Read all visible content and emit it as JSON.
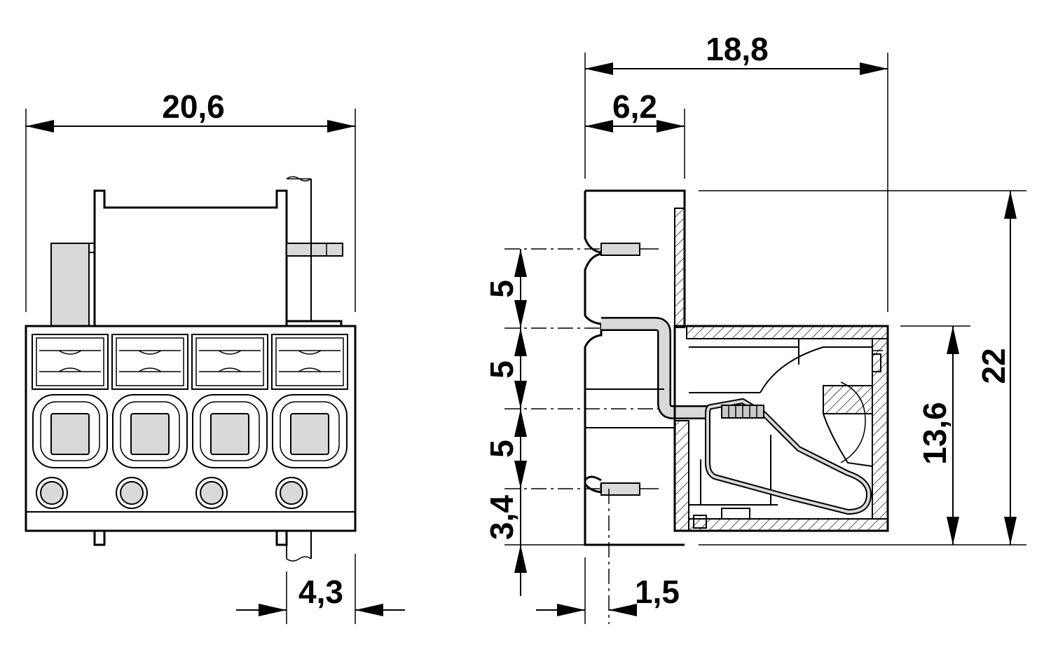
{
  "front_view": {
    "overall_width": "20,6",
    "pin_offset": "4,3"
  },
  "side_view": {
    "overall_depth": "18,8",
    "flange_depth": "6,2",
    "height_total": "22",
    "body_height": "13,6",
    "pitch_1": "5",
    "pitch_2": "5",
    "pitch_3": "5",
    "bottom_offset": "3,4",
    "pin_inset": "1,5"
  },
  "colors": {
    "line": "#000000",
    "fill_grey": "#d9d9d9"
  }
}
